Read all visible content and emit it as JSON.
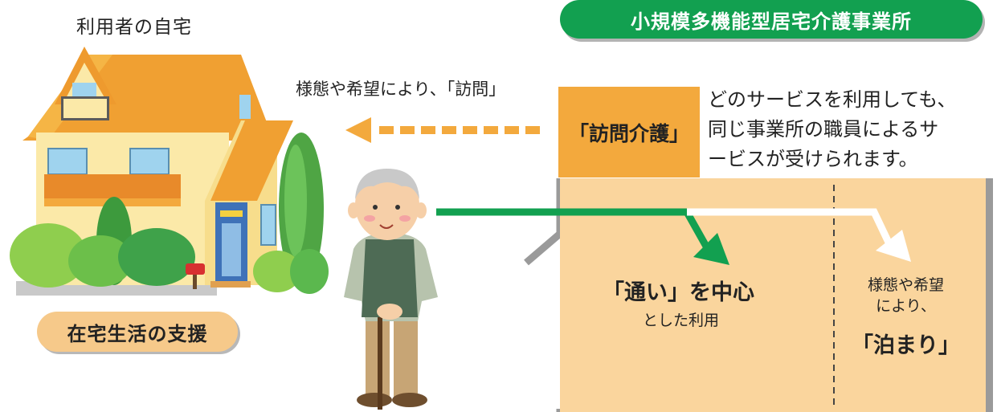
{
  "home": {
    "label": "利用者の自宅",
    "support_label": "在宅生活の支援"
  },
  "office": {
    "title": "小規模多機能型居宅介護事業所"
  },
  "visit": {
    "reason": "様態や希望により、「訪問」",
    "label": "「訪問介護」",
    "note_lines": [
      "どのサービスを利用しても、",
      "同じ事業所の職員によるサ",
      "ービスが受けられます。"
    ]
  },
  "day_service": {
    "label": "「通い」を中心",
    "sub": "とした利用"
  },
  "stay": {
    "sub_lines": [
      "様態や希望",
      "により、"
    ],
    "label": "「泊まり」"
  },
  "colors": {
    "green": "#12a050",
    "orange": "#f3a93d",
    "peach": "#fad59d",
    "badge": "#f6c98a"
  }
}
